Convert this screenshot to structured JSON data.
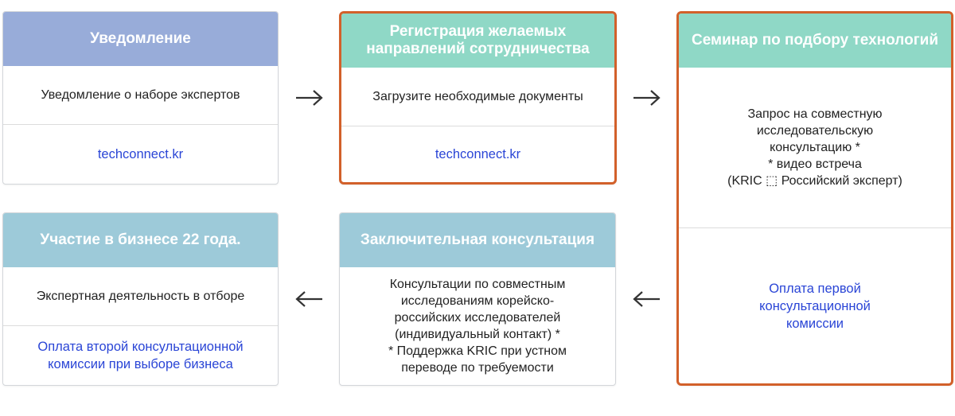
{
  "colors": {
    "blue_header": "#98acd9",
    "teal_header": "#8fd8c6",
    "lightblue_header": "#9dcad9",
    "highlight_border": "#d2602a",
    "link": "#2a45d6",
    "arrow": "#333333"
  },
  "steps": {
    "notification": {
      "title": "Уведомление",
      "body": "Уведомление о наборе экспертов",
      "link": "techconnect.kr"
    },
    "registration": {
      "title": "Регистрация желаемых\nнаправлений сотрудничества",
      "body": "Загрузите необходимые документы",
      "link": "techconnect.kr"
    },
    "seminar": {
      "title": "Семинар по подбору технологий",
      "body": "Запрос на совместную\nисследовательскую\nконсультацию *\n* видео встреча\n(KRIC ⬚ Российский эксперт)",
      "link": "Оплата первой\nконсультационной\nкомиссии"
    },
    "final_consultation": {
      "title": "Заключительная консультация",
      "body": "Консультации по совместным\nисследованиям корейско-\nроссийских исследователей\n(индивидуальный контакт) *\n* Поддержка KRIC при устном\nпереводе по требуемости"
    },
    "participation": {
      "title": "Участие в бизнесе 22 года.",
      "body": "Экспертная деятельность в отборе",
      "link": "Оплата второй консультационной\nкомиссии при выборе бизнеса"
    }
  },
  "arrows": {
    "top_1": "right-arrow-icon",
    "top_2": "right-arrow-icon",
    "bottom_1": "left-arrow-icon",
    "bottom_2": "left-arrow-icon"
  }
}
